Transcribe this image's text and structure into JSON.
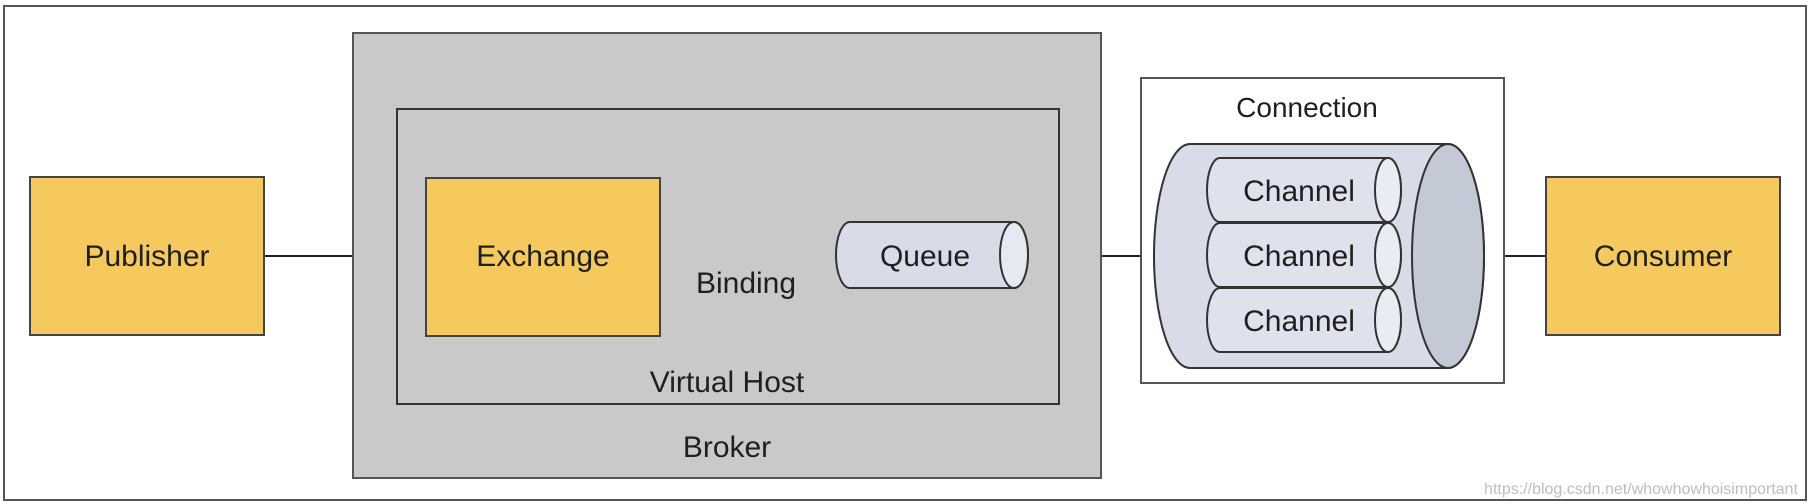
{
  "diagram": {
    "publisher": "Publisher",
    "broker": "Broker",
    "virtual_host": "Virtual Host",
    "exchange": "Exchange",
    "binding": "Binding",
    "queue": "Queue",
    "connection": "Connection",
    "channels": [
      "Channel",
      "Channel",
      "Channel"
    ],
    "consumer": "Consumer",
    "watermark": "https://blog.csdn.net/whowhowhoisimportant"
  },
  "colors": {
    "node_fill": "#f5c95e",
    "broker_fill": "#c9c9c9",
    "queue_fill": "#d8dce8",
    "line": "#222222"
  }
}
